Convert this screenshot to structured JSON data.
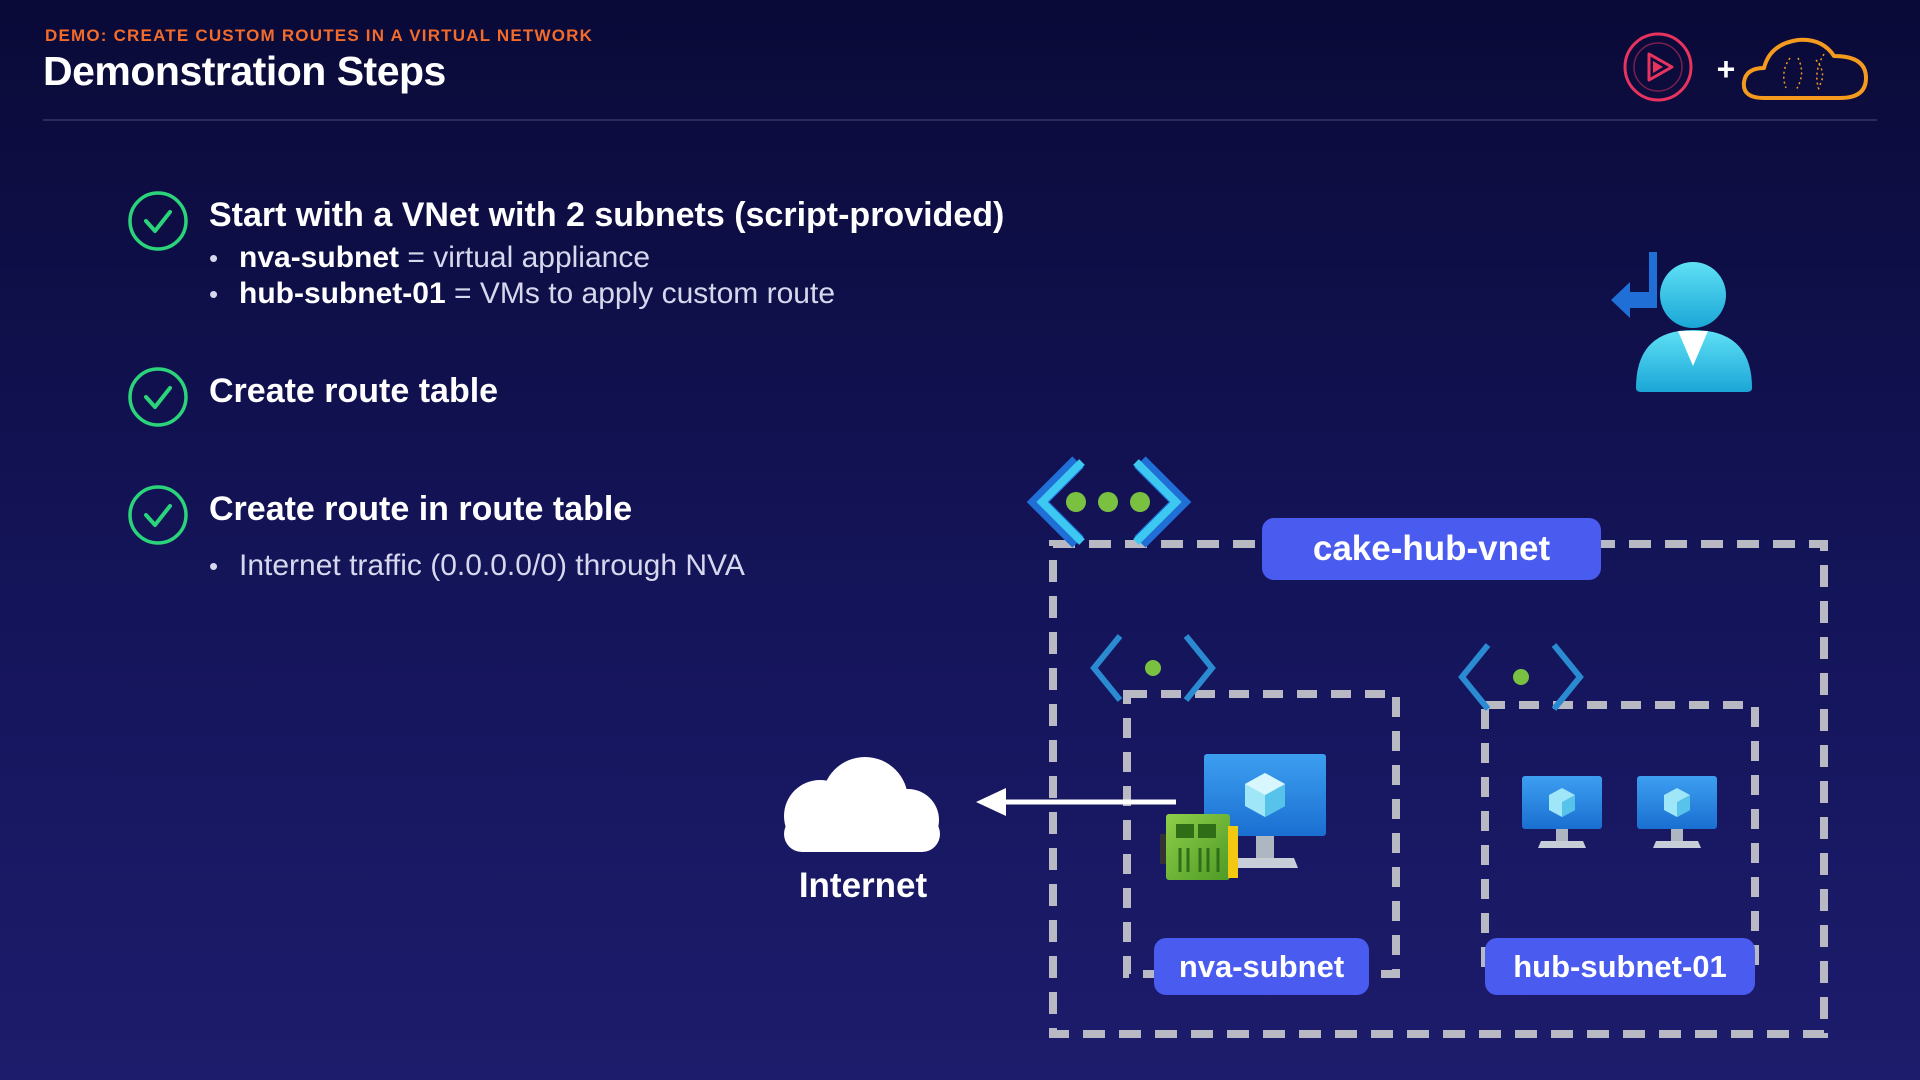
{
  "header": {
    "eyebrow": "DEMO: CREATE CUSTOM ROUTES IN A VIRTUAL NETWORK",
    "title": "Demonstration Steps",
    "plus": "+"
  },
  "steps": [
    {
      "title": "Start with a VNet with 2 subnets (script-provided)",
      "bullets": [
        {
          "term": "nva-subnet",
          "desc": " = virtual appliance"
        },
        {
          "term": "hub-subnet-01",
          "desc": " = VMs to apply custom route"
        }
      ]
    },
    {
      "title": "Create route table"
    },
    {
      "title": "Create route in route table",
      "bullets": [
        {
          "text": "Internet traffic (0.0.0.0/0) through NVA"
        }
      ]
    }
  ],
  "diagram": {
    "vnet_label": "cake-hub-vnet",
    "internet_label": "Internet",
    "subnets": [
      {
        "label": "nva-subnet"
      },
      {
        "label": "hub-subnet-01"
      }
    ]
  },
  "colors": {
    "background": "#0f0f48",
    "accent_orange": "#f26b2a",
    "check_green": "#2bd47a",
    "pill_blue": "#4a5bef",
    "dash_gray": "#b9b9c4",
    "network_cyan": "#3cc8f0",
    "dot_green": "#7ac142"
  },
  "icons": [
    "pluralsight-play-icon",
    "cloud-guru-logo-icon",
    "check-circle-icon",
    "user-import-icon",
    "vnet-icon",
    "subnet-icon",
    "internet-cloud-icon",
    "virtual-machine-icon",
    "network-appliance-icon",
    "arrow-left-icon"
  ]
}
